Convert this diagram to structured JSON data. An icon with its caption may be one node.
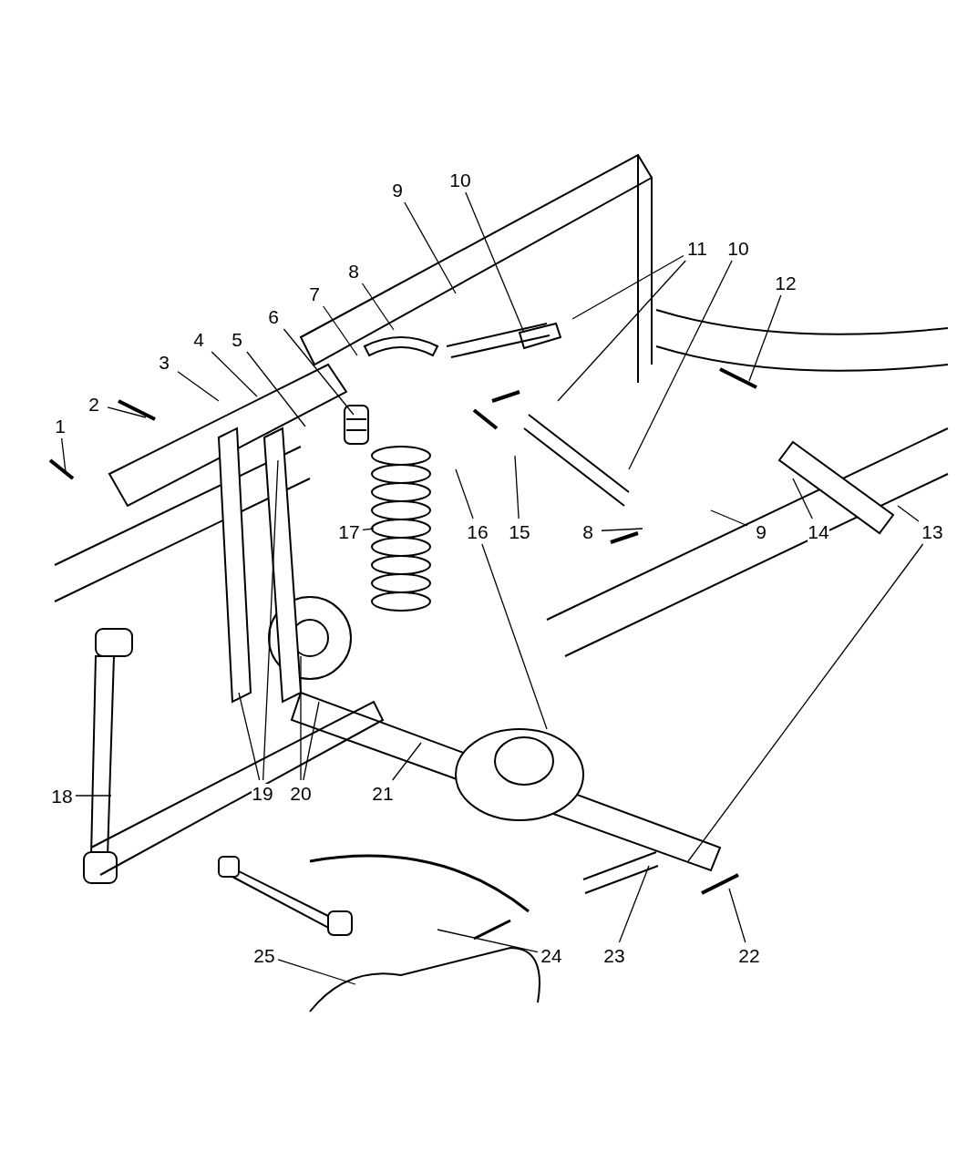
{
  "diagram": {
    "nodes": [
      {
        "text": [
          "1"
        ]
      },
      {
        "text": [
          "2"
        ]
      },
      {
        "text": [
          "3"
        ]
      },
      {
        "text": [
          "4"
        ]
      },
      {
        "text": [
          "5"
        ]
      },
      {
        "text": [
          "6"
        ]
      },
      {
        "text": [
          "7"
        ]
      },
      {
        "text": [
          "8"
        ]
      },
      {
        "text": [
          "9"
        ]
      },
      {
        "text": [
          "10"
        ]
      },
      {
        "text": [
          "11"
        ]
      },
      {
        "text": [
          "10"
        ]
      },
      {
        "text": [
          "12"
        ]
      },
      {
        "text": [
          "17"
        ]
      },
      {
        "text": [
          "16"
        ]
      },
      {
        "text": [
          "15"
        ]
      },
      {
        "text": [
          "8"
        ]
      },
      {
        "text": [
          "9"
        ]
      },
      {
        "text": [
          "14"
        ]
      },
      {
        "text": [
          "13"
        ]
      },
      {
        "text": [
          "18"
        ]
      },
      {
        "text": [
          "19"
        ]
      },
      {
        "text": [
          "20"
        ]
      },
      {
        "text": [
          "21"
        ]
      },
      {
        "text": [
          "25"
        ]
      },
      {
        "text": [
          "24"
        ]
      },
      {
        "text": [
          "23"
        ]
      },
      {
        "text": [
          "22"
        ]
      }
    ],
    "edges": [
      {
        "from": 0,
        "to": null,
        "arrow": "none"
      },
      {
        "from": 1,
        "to": null,
        "arrow": "none"
      },
      {
        "from": 2,
        "to": null,
        "arrow": "none"
      },
      {
        "from": 3,
        "to": null,
        "arrow": "none"
      },
      {
        "from": 4,
        "to": null,
        "arrow": "none"
      },
      {
        "from": 5,
        "to": null,
        "arrow": "none"
      },
      {
        "from": 6,
        "to": null,
        "arrow": "none"
      },
      {
        "from": 7,
        "to": null,
        "arrow": "none"
      },
      {
        "from": 8,
        "to": null,
        "arrow": "none"
      },
      {
        "from": 9,
        "to": null,
        "arrow": "none"
      },
      {
        "from": 10,
        "to": null,
        "arrow": "none"
      },
      {
        "from": 10,
        "to": null,
        "arrow": "none"
      },
      {
        "from": 11,
        "to": null,
        "arrow": "none"
      },
      {
        "from": 12,
        "to": null,
        "arrow": "none"
      },
      {
        "from": 13,
        "to": null,
        "arrow": "none"
      },
      {
        "from": 14,
        "to": null,
        "arrow": "none"
      },
      {
        "from": 14,
        "to": null,
        "arrow": "none"
      },
      {
        "from": 15,
        "to": null,
        "arrow": "none"
      },
      {
        "from": 16,
        "to": null,
        "arrow": "none"
      },
      {
        "from": 17,
        "to": null,
        "arrow": "none"
      },
      {
        "from": 18,
        "to": null,
        "arrow": "none"
      },
      {
        "from": 19,
        "to": null,
        "arrow": "none"
      },
      {
        "from": 19,
        "to": null,
        "arrow": "none"
      },
      {
        "from": 20,
        "to": null,
        "arrow": "none"
      },
      {
        "from": 21,
        "to": null,
        "arrow": "none"
      },
      {
        "from": 21,
        "to": null,
        "arrow": "none"
      },
      {
        "from": 22,
        "to": null,
        "arrow": "none"
      },
      {
        "from": 22,
        "to": null,
        "arrow": "none"
      },
      {
        "from": 23,
        "to": null,
        "arrow": "none"
      },
      {
        "from": 24,
        "to": null,
        "arrow": "none"
      },
      {
        "from": 25,
        "to": null,
        "arrow": "none"
      },
      {
        "from": 26,
        "to": null,
        "arrow": "none"
      },
      {
        "from": 27,
        "to": null,
        "arrow": "none"
      }
    ]
  }
}
